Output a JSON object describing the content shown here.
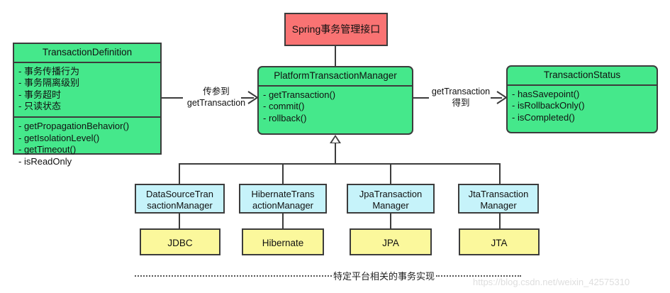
{
  "diagram": {
    "title_box": {
      "label": "Spring事务管理接口",
      "color": "#F97373"
    },
    "classes": [
      {
        "name": "TransactionDefinition",
        "attributes": [
          "- 事务传播行为",
          "- 事务隔离级别",
          "- 事务超时",
          "- 只读状态"
        ],
        "operations": [
          "- getPropagationBehavior()",
          "- getIsolationLevel()",
          "- getTimeout()",
          "- isReadOnly"
        ],
        "color": "#45E88B"
      },
      {
        "name": "PlatformTransactionManager",
        "operations": [
          "- getTransaction()",
          "- commit()",
          "- rollback()"
        ],
        "color": "#45E88B"
      },
      {
        "name": "TransactionStatus",
        "operations": [
          "- hasSavepoint()",
          "- isRollbackOnly()",
          "- isCompleted()"
        ],
        "color": "#45E88B"
      }
    ],
    "edge_labels": {
      "left": [
        "传参到",
        "getTransaction"
      ],
      "right": [
        "getTransaction",
        "得到"
      ]
    },
    "implementations": [
      {
        "manager_line1": "DataSourceTran",
        "manager_line2": "sactionManager",
        "tech": "JDBC"
      },
      {
        "manager_line1": "HibernateTrans",
        "manager_line2": "actionManager",
        "tech": "Hibernate"
      },
      {
        "manager_line1": "JpaTransaction",
        "manager_line2": "Manager",
        "tech": "JPA"
      },
      {
        "manager_line1": "JtaTransaction",
        "manager_line2": "Manager",
        "tech": "JTA"
      }
    ],
    "impl_color": "#C6F3FA",
    "tech_color": "#FBF89C",
    "footer_caption": "特定平台相关的事务实现",
    "watermark": "https://blog.csdn.net/weixin_42575310"
  }
}
